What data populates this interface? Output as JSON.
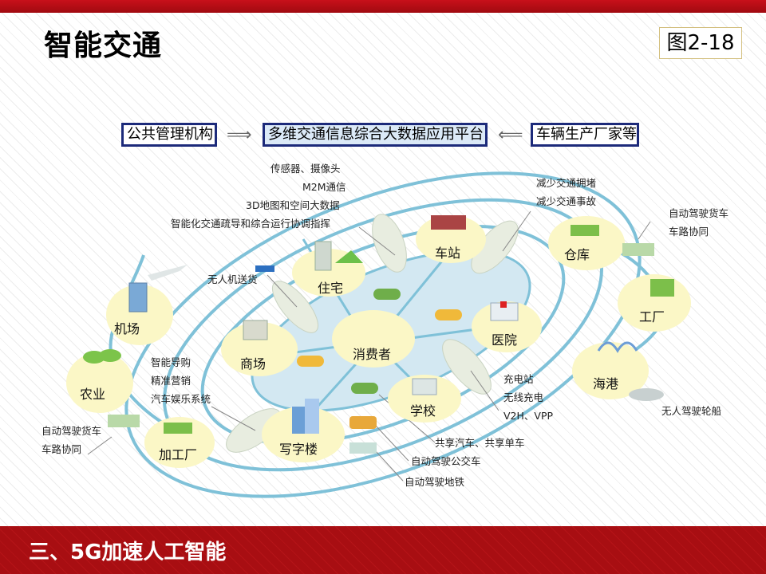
{
  "slide": {
    "title": "智能交通",
    "figure_label": "图2-18",
    "section_title": "三、5G加速人工智能"
  },
  "colors": {
    "top_bar": "#c8101a",
    "bottom_bar": "#a80e12",
    "box_border": "#1c2a7a",
    "center_box_fill": "#dbe9f7",
    "road": "#7fc1d8",
    "inner_area": "#d3e8f2",
    "node_fill": "#fbf7c6",
    "connector_fill": "#e8ede0"
  },
  "header_flow": {
    "left": "公共管理机构",
    "center": "多维交通信息综合大数据应用平台",
    "right": "车辆生产厂家等",
    "left_arrow": "⟹",
    "right_arrow": "⟸"
  },
  "nodes": {
    "consumer": "消费者",
    "residence": "住宅",
    "station": "车站",
    "hospital": "医院",
    "school": "学校",
    "office": "写字楼",
    "mall": "商场",
    "warehouse": "仓库",
    "factory": "工厂",
    "port": "海港",
    "airport": "机场",
    "agriculture": "农业",
    "processing_plant": "加工厂"
  },
  "annotations": {
    "platform": [
      "传感器、摄像头",
      "M2M通信",
      "3D地图和空间大数据",
      "智能化交通疏导和综合运行协调指挥"
    ],
    "traffic": [
      "减少交通拥堵",
      "减少交通事故"
    ],
    "truck_right": [
      "自动驾驶货车",
      "车路协同"
    ],
    "ship": "无人驾驶轮船",
    "drone": "无人机送货",
    "shopping": [
      "智能导购",
      "精准营销",
      "汽车娱乐系统"
    ],
    "truck_left": [
      "自动驾驶货车",
      "车路协同"
    ],
    "charging": [
      "充电站",
      "无线充电",
      "V2H、VPP"
    ],
    "sharing": "共享汽车、共享单车",
    "bus": "自动驾驶公交车",
    "metro": "自动驾驶地铁"
  }
}
